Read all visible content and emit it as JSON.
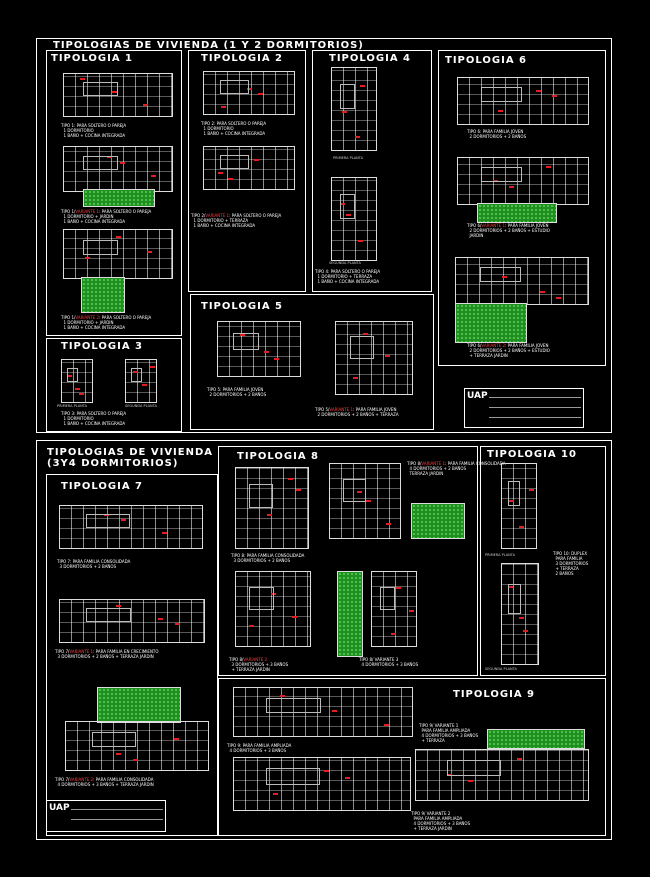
{
  "sheet1": {
    "title": "TIPOLOGIAS DE VIVIENDA  (1 Y 2 DORMITORIOS)",
    "t1": {
      "title": "TIPOLOGIA 1",
      "cap_a": "TIPO 1: PARA SOLTERO O PAREJA\n  1 DORMITORIO\n  1 BAÑO + COCINA INTEGRADA",
      "cap_b_pre": "TIPO 1/",
      "cap_b_var": "VARIANTE 1",
      "cap_b_post": ": PARA SOLTERO O PAREJA\n  1 DORMITORIO + JARDIN\n  1 BAÑO + COCINA INTEGRADA",
      "cap_c_pre": "TIPO 1/",
      "cap_c_var": "VARIANTE 2",
      "cap_c_post": ": PARA SOLTERO O PAREJA\n  1 DORMITORIO + JARDIN\n  1 BAÑO + COCINA INTEGRADA"
    },
    "t2": {
      "title": "TIPOLOGIA 2",
      "cap_a": "TIPO 2: PARA SOLTERO O PAREJA\n  1 DORMITORIO\n  1 BAÑO + COCINA INTEGRADA",
      "cap_b_pre": "TIPO 2/",
      "cap_b_var": "VARIANTE 1",
      "cap_b_post": ": PARA SOLTERO O PAREJA\n  1 DORMITORIO + TERRAZA\n  1 BAÑO + COCINA INTEGRADA"
    },
    "t3": {
      "title": "TIPOLOGIA 3",
      "lbl_a": "PRIMERA PLANTA",
      "lbl_b": "SEGUNDA PLANTA",
      "cap": "TIPO 3: PARA SOLTERO O PAREJA\n  1 DORMITORIO\n  1 BAÑO + COCINA INTEGRADA"
    },
    "t4": {
      "title": "TIPOLOGIA 4",
      "lbl_a": "PRIMERA PLANTA",
      "lbl_b": "SEGUNDA PLANTA",
      "cap": "TIPO 4: PARA SOLTERO O PAREJA\n  1 DORMITORIO + TERRAZA\n  1 BAÑO + COCINA INTEGRADA"
    },
    "t5": {
      "title": "TIPOLOGIA 5",
      "cap_a": "TIPO 5: PARA FAMILIA JOVEN\n  2 DORMITORIOS + 2 BAÑOS",
      "cap_b_pre": "TIPO 5/",
      "cap_b_var": "VARIANTE 1",
      "cap_b_post": ": PARA FAMILIA JOVEN\n  2 DORMITORIOS + 2 BAÑOS + TERRAZA"
    },
    "t6": {
      "title": "TIPOLOGIA 6",
      "cap_a": "TIPO 6: PARA FAMILIA JOVEN\n  2 DORMITORIOS + 2 BAÑOS",
      "cap_b_pre": "TIPO 6/",
      "cap_b_var": "VARIANTE 1",
      "cap_b_post": ": PARA FAMILIA JOVEN\n  2 DORMITORIOS + 2 BAÑOS + ESTUDIO\n  JARDIN",
      "cap_c_pre": "TIPO 6/",
      "cap_c_var": "VARIANTE 2",
      "cap_c_post": ": PARA FAMILIA JOVEN\n  2 DORMITORIOS + 2 BAÑOS + ESTUDIO\n  + TERRAZA JARDIN"
    },
    "stamp_logo": "UAP"
  },
  "sheet2": {
    "title": "TIPOLOGIAS DE VIVIENDA\n(3Y4 DORMITORIOS)",
    "t7": {
      "title": "TIPOLOGIA 7",
      "cap_a": "TIPO 7: PARA FAMILIA CONSOLIDADA\n  3 DORMITORIOS + 2 BAÑOS",
      "cap_b_pre": "TIPO 7/",
      "cap_b_var": "VARIANTE 1",
      "cap_b_post": ": PARA FAMILIA EN CRECIMIENTO\n  3 DORMITORIOS + 2 BAÑOS + TERRAZA JARDIN",
      "cap_c_pre": "TIPO 7/",
      "cap_c_var": "VARIANTE 2",
      "cap_c_post": ": PARA FAMILIA CONSOLIDADA\n  4 DORMITORIOS + 3 BAÑOS + TERRAZA JARDIN"
    },
    "t8": {
      "title": "TIPOLOGIA 8",
      "cap_a": "TIPO 8: PARA FAMILIA CONSOLIDADA\n  3 DORMITORIOS + 2 BAÑOS",
      "cap_b_pre": "TIPO 8/",
      "cap_b_var": "VARIANTE 1",
      "cap_b_post": ": PARA FAMILIA CONSOLIDADA\n  4 DORMITORIOS + 2 BAÑOS\n  TERRAZA JARDIN",
      "cap_c_pre": "TIPO 8/",
      "cap_c_var": "VARIANTE 2",
      "cap_c_post": "\n  3 DORMITORIOS + 3 BAÑOS\n  + TERRAZA JARDIN",
      "cap_d": "TIPO 8/ VARIANTE 3\n  4 DORMITORIOS + 3 BAÑOS"
    },
    "t9": {
      "title": "TIPOLOGIA 9",
      "cap_a": "TIPO 9: PARA FAMILIA AMPLIADA\n  4 DORMITORIOS + 3 BAÑOS",
      "cap_b": "TIPO 9/ VARIANTE 1\n  PARA FAMILIA AMPLIADA\n  4 DORMITORIOS + 3 BAÑOS\n  + TERRAZA",
      "cap_c": "TIPO 9/ VARIANTE 2\n  PARA FAMILIA AMPLIADA\n  4 DORMITORIOS + 3 BAÑOS\n  + TERRAZA JARDIN"
    },
    "t10": {
      "title": "TIPOLOGIA 10",
      "lbl_a": "PRIMERA PLANTA",
      "lbl_b": "SEGUNDA PLANTA",
      "cap": "TIPO 10: DUPLEX\n  PARA FAMILIA\n  3 DORMITORIOS\n  + TERRAZA\n  2 BAÑOS"
    },
    "stamp_logo": "UAP"
  }
}
